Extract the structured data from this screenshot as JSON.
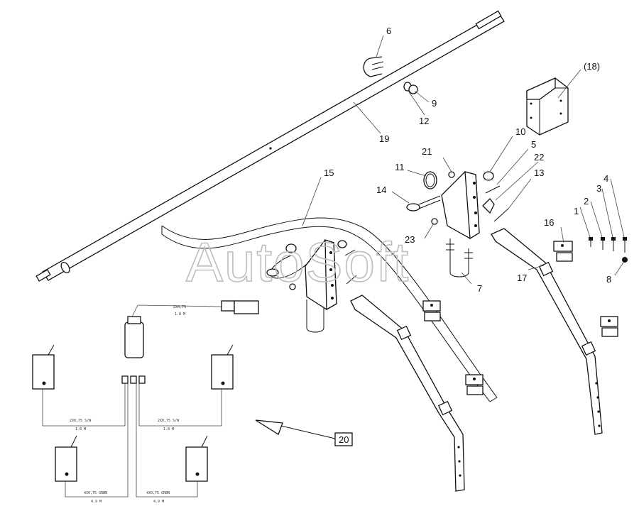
{
  "watermark": "AutoSoft",
  "part_labels": {
    "p1": "1",
    "p2": "2",
    "p3": "3",
    "p4": "4",
    "p5": "5",
    "p6": "6",
    "p7": "7",
    "p8": "8",
    "p9": "9",
    "p10": "10",
    "p11": "11",
    "p12": "12",
    "p13": "13",
    "p14": "14",
    "p15": "15",
    "p16": "16",
    "p17": "17",
    "p18": "(18)",
    "p19": "19",
    "p20": "20",
    "p21": "21",
    "p22": "22",
    "p23": "23"
  },
  "cable_labels": {
    "top_type": "2X0,75",
    "top_len": "1.8 M",
    "left_type": "2X0,75 S/W",
    "left_len": "1.8 M",
    "right_type": "2X0,75 S/W",
    "right_len": "1.8 M",
    "bl_type": "4X0,75 GRØN",
    "bl_len": "4.9 M",
    "br_type": "4X0,75 GRØN",
    "br_len": "4.9 M"
  }
}
